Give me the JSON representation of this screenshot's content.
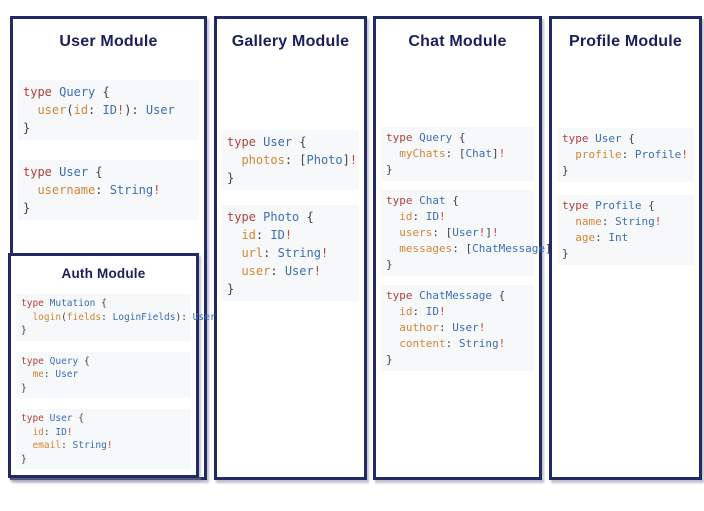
{
  "palette": {
    "panel_border": "#232963",
    "title_text": "#1a1f5c",
    "keyword_red": "#b0413a",
    "type_name_blue": "#3a6db8",
    "field_orange": "#d28636",
    "punctuation_gray": "#40424a",
    "bang_red": "#c24840",
    "code_background": "#f7f8f9"
  },
  "modules": [
    {
      "id": "user",
      "title": "User Module",
      "blocks": [
        [
          [
            [
              "kw",
              "type"
            ],
            [
              "pl",
              " "
            ],
            [
              "tn",
              "Query"
            ],
            [
              "pl",
              " {"
            ]
          ],
          [
            [
              "pl",
              "  "
            ],
            [
              "fld",
              "user"
            ],
            [
              "pl",
              "("
            ],
            [
              "fld",
              "id"
            ],
            [
              "pl",
              ": "
            ],
            [
              "tn",
              "ID"
            ],
            [
              "bang",
              "!"
            ],
            [
              "pl",
              "): "
            ],
            [
              "tn",
              "User"
            ]
          ],
          [
            [
              "pl",
              "}"
            ]
          ]
        ],
        [
          [
            [
              "kw",
              "type"
            ],
            [
              "pl",
              " "
            ],
            [
              "tn",
              "User"
            ],
            [
              "pl",
              " {"
            ]
          ],
          [
            [
              "pl",
              "  "
            ],
            [
              "fld",
              "username"
            ],
            [
              "pl",
              ": "
            ],
            [
              "tn",
              "String"
            ],
            [
              "bang",
              "!"
            ]
          ],
          [
            [
              "pl",
              "}"
            ]
          ]
        ]
      ]
    },
    {
      "id": "auth",
      "title": "Auth Module",
      "blocks": [
        [
          [
            [
              "kw",
              "type"
            ],
            [
              "pl",
              " "
            ],
            [
              "tn",
              "Mutation"
            ],
            [
              "pl",
              " {"
            ]
          ],
          [
            [
              "pl",
              "  "
            ],
            [
              "fld",
              "login"
            ],
            [
              "pl",
              "("
            ],
            [
              "fld",
              "fields"
            ],
            [
              "pl",
              ": "
            ],
            [
              "tn",
              "LoginFields"
            ],
            [
              "pl",
              "): "
            ],
            [
              "tn",
              "User"
            ]
          ],
          [
            [
              "pl",
              "}"
            ]
          ]
        ],
        [
          [
            [
              "kw",
              "type"
            ],
            [
              "pl",
              " "
            ],
            [
              "tn",
              "Query"
            ],
            [
              "pl",
              " {"
            ]
          ],
          [
            [
              "pl",
              "  "
            ],
            [
              "fld",
              "me"
            ],
            [
              "pl",
              ": "
            ],
            [
              "tn",
              "User"
            ]
          ],
          [
            [
              "pl",
              "}"
            ]
          ]
        ],
        [
          [
            [
              "kw",
              "type"
            ],
            [
              "pl",
              " "
            ],
            [
              "tn",
              "User"
            ],
            [
              "pl",
              " {"
            ]
          ],
          [
            [
              "pl",
              "  "
            ],
            [
              "fld",
              "id"
            ],
            [
              "pl",
              ": "
            ],
            [
              "tn",
              "ID"
            ],
            [
              "bang",
              "!"
            ]
          ],
          [
            [
              "pl",
              "  "
            ],
            [
              "fld",
              "email"
            ],
            [
              "pl",
              ": "
            ],
            [
              "tn",
              "String"
            ],
            [
              "bang",
              "!"
            ]
          ],
          [
            [
              "pl",
              "}"
            ]
          ]
        ]
      ]
    },
    {
      "id": "gallery",
      "title": "Gallery Module",
      "blocks": [
        [
          [
            [
              "kw",
              "type"
            ],
            [
              "pl",
              " "
            ],
            [
              "tn",
              "User"
            ],
            [
              "pl",
              " {"
            ]
          ],
          [
            [
              "pl",
              "  "
            ],
            [
              "fld",
              "photos"
            ],
            [
              "pl",
              ": ["
            ],
            [
              "tn",
              "Photo"
            ],
            [
              "pl",
              "]"
            ],
            [
              "bang",
              "!"
            ]
          ],
          [
            [
              "pl",
              "}"
            ]
          ]
        ],
        [
          [
            [
              "kw",
              "type"
            ],
            [
              "pl",
              " "
            ],
            [
              "tn",
              "Photo"
            ],
            [
              "pl",
              " {"
            ]
          ],
          [
            [
              "pl",
              "  "
            ],
            [
              "fld",
              "id"
            ],
            [
              "pl",
              ": "
            ],
            [
              "tn",
              "ID"
            ],
            [
              "bang",
              "!"
            ]
          ],
          [
            [
              "pl",
              "  "
            ],
            [
              "fld",
              "url"
            ],
            [
              "pl",
              ": "
            ],
            [
              "tn",
              "String"
            ],
            [
              "bang",
              "!"
            ]
          ],
          [
            [
              "pl",
              "  "
            ],
            [
              "fld",
              "user"
            ],
            [
              "pl",
              ": "
            ],
            [
              "tn",
              "User"
            ],
            [
              "bang",
              "!"
            ]
          ],
          [
            [
              "pl",
              "}"
            ]
          ]
        ]
      ]
    },
    {
      "id": "chat",
      "title": "Chat Module",
      "blocks": [
        [
          [
            [
              "kw",
              "type"
            ],
            [
              "pl",
              " "
            ],
            [
              "tn",
              "Query"
            ],
            [
              "pl",
              " {"
            ]
          ],
          [
            [
              "pl",
              "  "
            ],
            [
              "fld",
              "myChats"
            ],
            [
              "pl",
              ": ["
            ],
            [
              "tn",
              "Chat"
            ],
            [
              "pl",
              "]"
            ],
            [
              "bang",
              "!"
            ]
          ],
          [
            [
              "pl",
              "}"
            ]
          ]
        ],
        [
          [
            [
              "kw",
              "type"
            ],
            [
              "pl",
              " "
            ],
            [
              "tn",
              "Chat"
            ],
            [
              "pl",
              " {"
            ]
          ],
          [
            [
              "pl",
              "  "
            ],
            [
              "fld",
              "id"
            ],
            [
              "pl",
              ": "
            ],
            [
              "tn",
              "ID"
            ],
            [
              "bang",
              "!"
            ]
          ],
          [
            [
              "pl",
              "  "
            ],
            [
              "fld",
              "users"
            ],
            [
              "pl",
              ": ["
            ],
            [
              "tn",
              "User"
            ],
            [
              "bang",
              "!"
            ],
            [
              "pl",
              "]"
            ],
            [
              "bang",
              "!"
            ]
          ],
          [
            [
              "pl",
              "  "
            ],
            [
              "fld",
              "messages"
            ],
            [
              "pl",
              ": ["
            ],
            [
              "tn",
              "ChatMessage"
            ],
            [
              "pl",
              "]"
            ],
            [
              "bang",
              "!"
            ]
          ],
          [
            [
              "pl",
              "}"
            ]
          ]
        ],
        [
          [
            [
              "kw",
              "type"
            ],
            [
              "pl",
              " "
            ],
            [
              "tn",
              "ChatMessage"
            ],
            [
              "pl",
              " {"
            ]
          ],
          [
            [
              "pl",
              "  "
            ],
            [
              "fld",
              "id"
            ],
            [
              "pl",
              ": "
            ],
            [
              "tn",
              "ID"
            ],
            [
              "bang",
              "!"
            ]
          ],
          [
            [
              "pl",
              "  "
            ],
            [
              "fld",
              "author"
            ],
            [
              "pl",
              ": "
            ],
            [
              "tn",
              "User"
            ],
            [
              "bang",
              "!"
            ]
          ],
          [
            [
              "pl",
              "  "
            ],
            [
              "fld",
              "content"
            ],
            [
              "pl",
              ": "
            ],
            [
              "tn",
              "String"
            ],
            [
              "bang",
              "!"
            ]
          ],
          [
            [
              "pl",
              "}"
            ]
          ]
        ]
      ]
    },
    {
      "id": "profile",
      "title": "Profile Module",
      "blocks": [
        [
          [
            [
              "kw",
              "type"
            ],
            [
              "pl",
              " "
            ],
            [
              "tn",
              "User"
            ],
            [
              "pl",
              " {"
            ]
          ],
          [
            [
              "pl",
              "  "
            ],
            [
              "fld",
              "profile"
            ],
            [
              "pl",
              ": "
            ],
            [
              "tn",
              "Profile"
            ],
            [
              "bang",
              "!"
            ]
          ],
          [
            [
              "pl",
              "}"
            ]
          ]
        ],
        [
          [
            [
              "kw",
              "type"
            ],
            [
              "pl",
              " "
            ],
            [
              "tn",
              "Profile"
            ],
            [
              "pl",
              " {"
            ]
          ],
          [
            [
              "pl",
              "  "
            ],
            [
              "fld",
              "name"
            ],
            [
              "pl",
              ": "
            ],
            [
              "tn",
              "String"
            ],
            [
              "bang",
              "!"
            ]
          ],
          [
            [
              "pl",
              "  "
            ],
            [
              "fld",
              "age"
            ],
            [
              "pl",
              ": "
            ],
            [
              "tn",
              "Int"
            ]
          ],
          [
            [
              "pl",
              "}"
            ]
          ]
        ]
      ]
    }
  ]
}
